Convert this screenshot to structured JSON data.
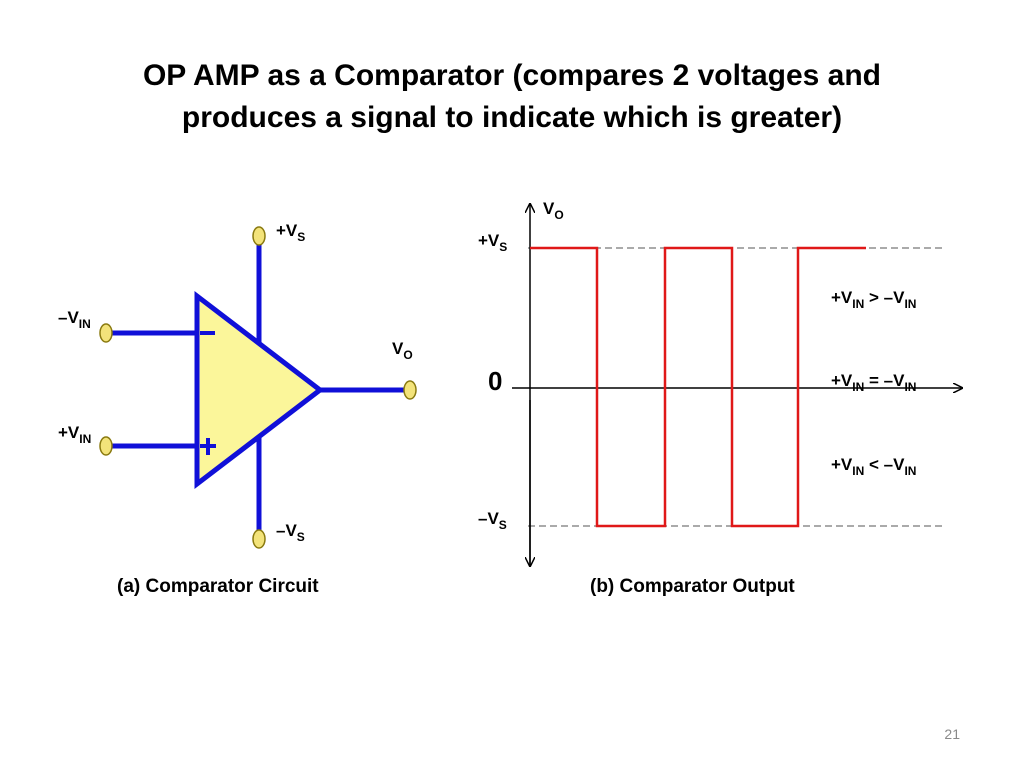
{
  "title": {
    "line1": "OP AMP as a Comparator (compares 2 voltages and",
    "line2": "produces a signal to indicate which is greater)"
  },
  "circuit": {
    "caption": "(a) Comparator Circuit",
    "minus_sign": "–",
    "plus_sign": "+",
    "terminals": {
      "pos_supply": {
        "base": "+V",
        "sub": "S"
      },
      "neg_supply": {
        "base": "–V",
        "sub": "S"
      },
      "inverting_input": {
        "base": "–V",
        "sub": "IN"
      },
      "noninverting_input": {
        "base": "+V",
        "sub": "IN"
      },
      "output": {
        "base": "V",
        "sub": "O"
      }
    }
  },
  "output_graph": {
    "caption": "(b) Comparator Output",
    "y_axis_label": {
      "base": "V",
      "sub": "O"
    },
    "levels": {
      "high": {
        "base": "+V",
        "sub": "S"
      },
      "zero": "0",
      "low": {
        "base": "–V",
        "sub": "S"
      }
    },
    "conditions": {
      "greater": {
        "a": "+V",
        "a_sub": "IN",
        "op": " > ",
        "b": "–V",
        "b_sub": "IN"
      },
      "equal": {
        "a": "+V",
        "a_sub": "IN",
        "op": " = ",
        "b": "–V",
        "b_sub": "IN"
      },
      "less": {
        "a": "+V",
        "a_sub": "IN",
        "op": " < ",
        "b": "–V",
        "b_sub": "IN"
      }
    },
    "waveform_levels": [
      "+VS",
      "–VS",
      "+VS",
      "–VS",
      "+VS"
    ]
  },
  "colors": {
    "wire": "#1010d8",
    "amp_fill": "#fbf69a",
    "terminal_fill": "#f3e37a",
    "terminal_stroke": "#8a7a10",
    "waveform": "#e01818",
    "axis": "#000000",
    "dashed": "#555555"
  },
  "page_number": "21"
}
